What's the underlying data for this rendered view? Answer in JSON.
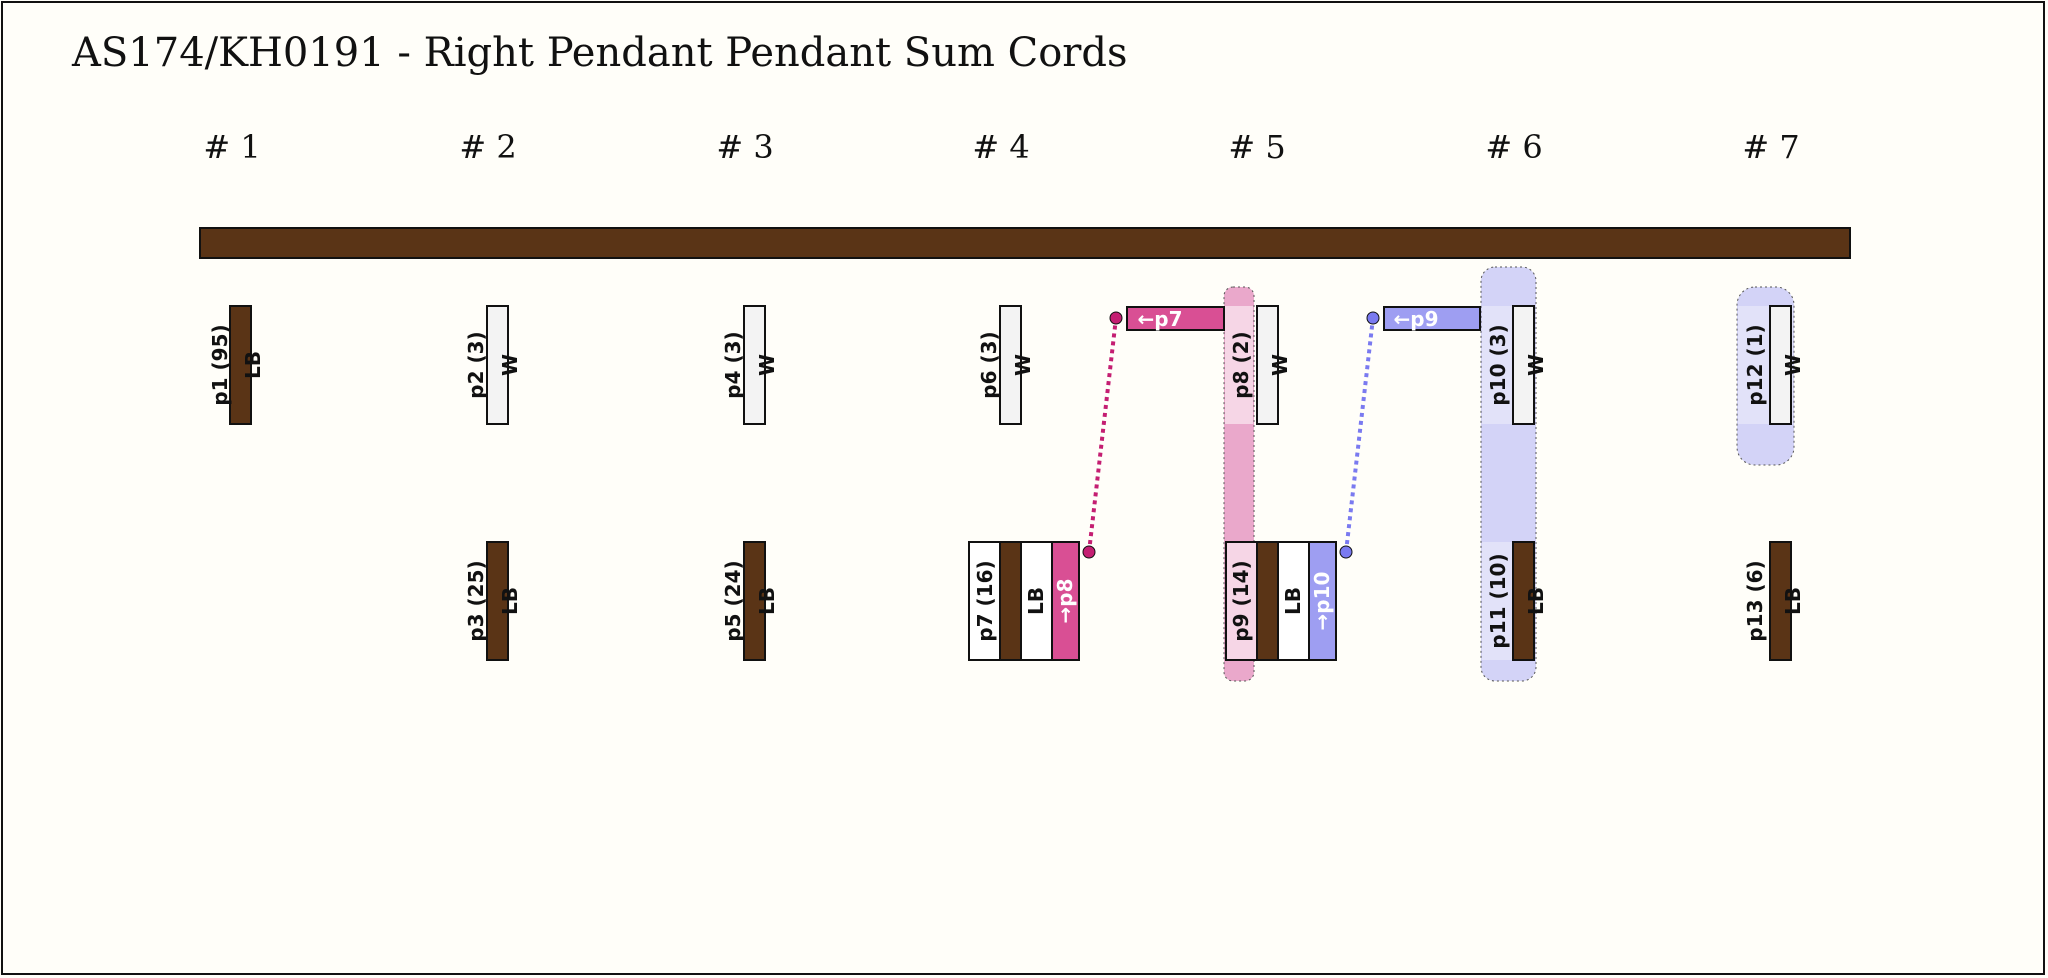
{
  "title": "AS174/KH0191 - Right Pendant Pendant Sum Cords",
  "groups": [
    "# 1",
    "# 2",
    "# 3",
    "# 4",
    "# 5",
    "# 6",
    "# 7"
  ],
  "colors": {
    "primary_cord": "#5a3416",
    "LB": "#5a3416",
    "W": "#f3f3f3",
    "magenta_link": "#d94f94",
    "magenta_light": "#f2c4dc",
    "blue_link": "#9e9ef2",
    "blue_light": "#d9d9f7"
  },
  "cords": {
    "p1": {
      "label": "p1 (95)",
      "color_label": "LB"
    },
    "p2": {
      "label": "p2 (3)",
      "color_label": "W"
    },
    "p3": {
      "label": "p3 (25)",
      "color_label": "LB"
    },
    "p4": {
      "label": "p4 (3)",
      "color_label": "W"
    },
    "p5": {
      "label": "p5 (24)",
      "color_label": "LB"
    },
    "p6": {
      "label": "p6 (3)",
      "color_label": "W"
    },
    "p7": {
      "label": "p7 (16)",
      "color_label": "LB",
      "link": "→p8"
    },
    "p8": {
      "label": "p8 (2)",
      "color_label": "W",
      "link": "←p7"
    },
    "p9": {
      "label": "p9 (14)",
      "color_label": "LB",
      "link": "→p10"
    },
    "p10": {
      "label": "p10 (3)",
      "color_label": "W",
      "link": "←p9"
    },
    "p11": {
      "label": "p11 (10)",
      "color_label": "LB"
    },
    "p12": {
      "label": "p12 (1)",
      "color_label": "W"
    },
    "p13": {
      "label": "p13 (6)",
      "color_label": "LB"
    }
  }
}
